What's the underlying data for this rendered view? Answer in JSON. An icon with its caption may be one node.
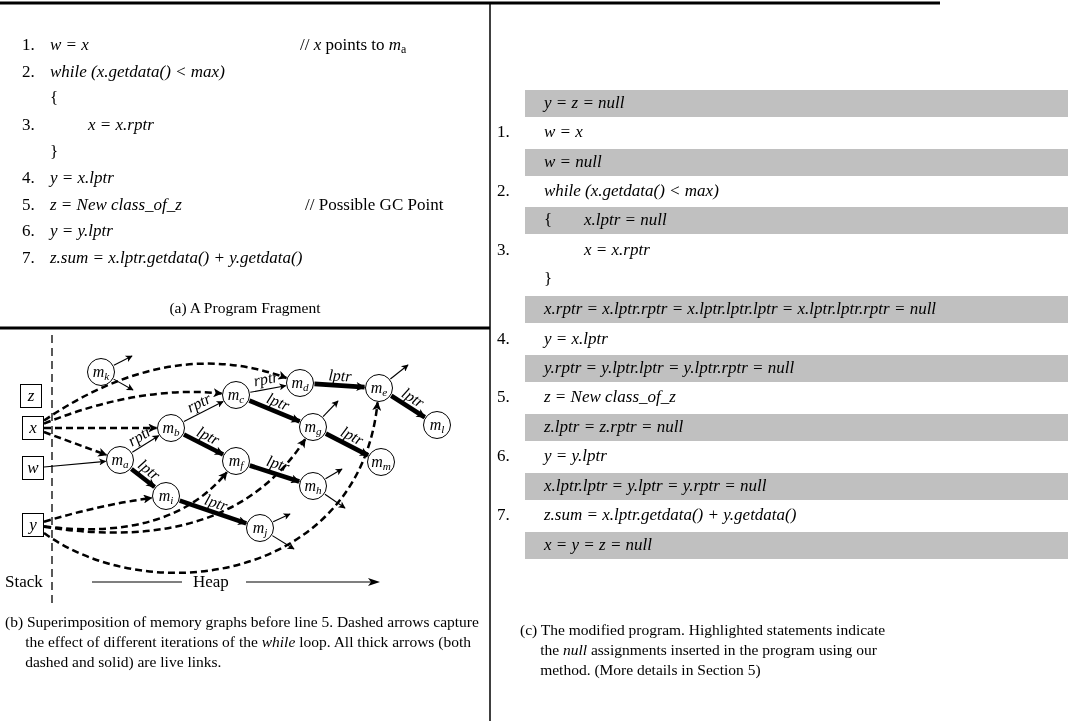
{
  "diagram": {
    "nodes": [
      {
        "text": [
          "z"
        ]
      },
      {
        "text": [
          "x"
        ]
      },
      {
        "text": [
          "w"
        ]
      },
      {
        "text": [
          "y"
        ]
      },
      {
        "text": [
          "m$_{k}$"
        ]
      },
      {
        "text": [
          "m$_{c}$"
        ]
      },
      {
        "text": [
          "m$_{d}$"
        ]
      },
      {
        "text": [
          "m$_{e}$"
        ]
      },
      {
        "text": [
          "m$_{l}$"
        ]
      },
      {
        "text": [
          "m$_{b}$"
        ]
      },
      {
        "text": [
          "m$_{g}$"
        ]
      },
      {
        "text": [
          "m$_{m}$"
        ]
      },
      {
        "text": [
          "m$_{a}$"
        ]
      },
      {
        "text": [
          "m$_{f}$"
        ]
      },
      {
        "text": [
          "m$_{h}$"
        ]
      },
      {
        "text": [
          "m$_{i}$"
        ]
      },
      {
        "text": [
          "m$_{j}$"
        ]
      }
    ],
    "edges": [
      {
        "from": 1,
        "to": 6,
        "arrow": "to",
        "style": "dashed"
      },
      {
        "from": 1,
        "to": 5,
        "arrow": "to",
        "style": "dashed"
      },
      {
        "from": 1,
        "to": 9,
        "arrow": "to",
        "style": "dashed"
      },
      {
        "from": 1,
        "to": 12,
        "arrow": "to",
        "style": "dashed"
      },
      {
        "from": 2,
        "to": 12,
        "arrow": "to"
      },
      {
        "from": 12,
        "to": 9,
        "arrow": "to",
        "label": "rptr"
      },
      {
        "from": 12,
        "to": 15,
        "arrow": "to",
        "label": "lptr",
        "style": "thick"
      },
      {
        "from": 9,
        "to": 5,
        "arrow": "to",
        "label": "rptr"
      },
      {
        "from": 9,
        "to": 13,
        "arrow": "to",
        "label": "lptr",
        "style": "thick"
      },
      {
        "from": 5,
        "to": 6,
        "arrow": "to",
        "label": "rptr"
      },
      {
        "from": 5,
        "to": 10,
        "arrow": "to",
        "label": "lptr",
        "style": "thick"
      },
      {
        "from": 6,
        "to": 7,
        "arrow": "to",
        "label": "lptr",
        "style": "thick"
      },
      {
        "from": 7,
        "to": 8,
        "arrow": "to",
        "label": "lptr",
        "style": "thick"
      },
      {
        "from": 7,
        "to": null,
        "arrow": "to"
      },
      {
        "from": 10,
        "to": 11,
        "arrow": "to",
        "label": "lptr",
        "style": "thick"
      },
      {
        "from": 10,
        "to": null,
        "arrow": "to"
      },
      {
        "from": 13,
        "to": 14,
        "arrow": "to",
        "label": "lptr",
        "style": "thick"
      },
      {
        "from": 15,
        "to": 16,
        "arrow": "to",
        "label": "lptr",
        "style": "thick"
      },
      {
        "from": 3,
        "to": 15,
        "arrow": "to",
        "style": "dashed"
      },
      {
        "from": 3,
        "to": 13,
        "arrow": "to",
        "style": "dashed"
      },
      {
        "from": 3,
        "to": 10,
        "arrow": "to",
        "style": "dashed"
      },
      {
        "from": 3,
        "to": 7,
        "arrow": "to",
        "style": "dashed"
      },
      {
        "from": 4,
        "to": null,
        "arrow": "to"
      },
      {
        "from": 4,
        "to": null,
        "arrow": "to"
      },
      {
        "from": 14,
        "to": null,
        "arrow": "to"
      },
      {
        "from": 14,
        "to": null,
        "arrow": "to"
      },
      {
        "from": 16,
        "to": null,
        "arrow": "to"
      },
      {
        "from": 16,
        "to": null,
        "arrow": "to"
      }
    ],
    "labels": [
      "1.",
      "w = x",
      "// *x* points to *m*$_{a}$",
      "2.",
      "while (x.getdata() < max)",
      "{",
      "3.",
      "x = x.rptr",
      "}",
      "4.",
      "y = x.lptr",
      "5.",
      "z = New class_of_z",
      "// Possible GC Point",
      "6.",
      "y = y.lptr",
      "7.",
      "z.sum = x.lptr.getdata() + y.getdata()",
      "(a) A Program Fragment",
      "Stack",
      "Heap",
      "(b) Superimposition of memory graphs before line 5. Dashed arrows capture the effect of different iterations of the *while* loop. All thick arrows (both dashed and solid) are live links.",
      "y = z = null",
      "1.",
      "w = x",
      "w = null",
      "2.",
      "while (x.getdata() < max)",
      "{",
      "x.lptr = null",
      "3.",
      "x = x.rptr",
      "}",
      "x.rptr = x.lptr.rptr = x.lptr.lptr.lptr = x.lptr.lptr.rptr = null",
      "4.",
      "y = x.lptr",
      "y.rptr = y.lptr.lptr = y.lptr.rptr = null",
      "5.",
      "z = New class_of_z",
      "z.lptr = z.rptr = null",
      "6.",
      "y = y.lptr",
      "x.lptr.lptr = y.lptr = y.rptr = null",
      "7.",
      "z.sum = x.lptr.getdata() + y.getdata()",
      "x = y = z = null",
      "(c) The modified program. Highlighted statements indicate the *null* assignments inserted in the program using our method. (More details in Section 5)"
    ]
  }
}
